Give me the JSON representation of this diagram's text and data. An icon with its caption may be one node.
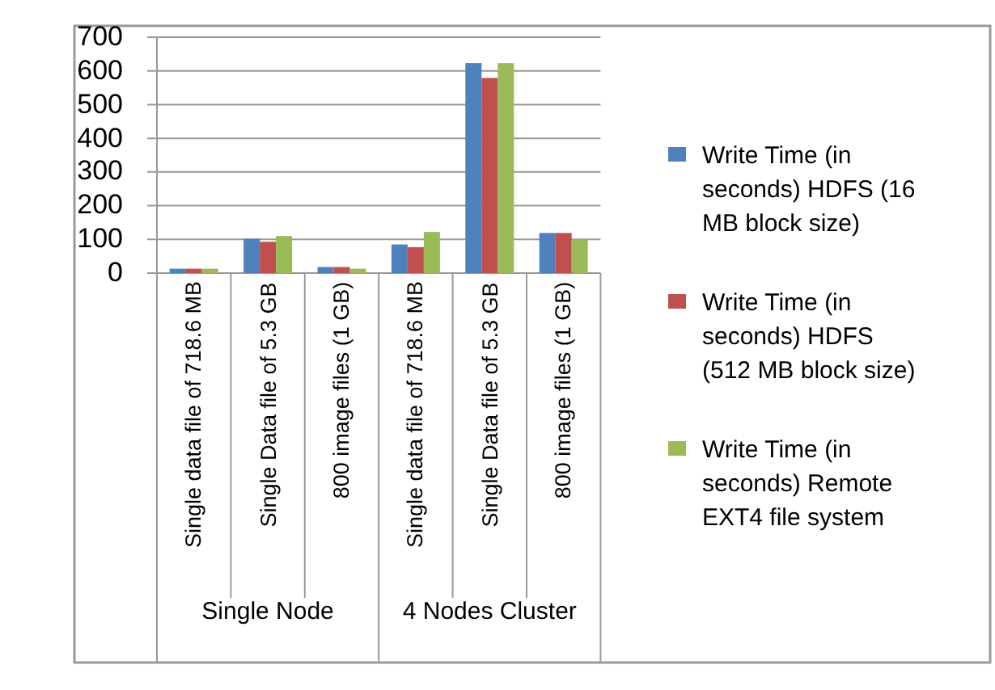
{
  "diagram": {
    "labels": [
      "Single Node",
      "4 Nodes Cluster"
    ],
    "chart_data": {
      "type": "bar",
      "categories": [
        "Single data file of 718.6 MB",
        "Single Data file of 5.3 GB",
        "800 image files (1 GB)",
        "Single data file of 718.6 MB",
        "Single Data file of 5.3 GB",
        "800 image files (1 GB)"
      ],
      "series": [
        {
          "name": "Write Time (in seconds) HDFS (16 MB block size)",
          "color": "#4f81bd",
          "values": [
            13,
            102,
            18,
            85,
            623,
            119
          ]
        },
        {
          "name": "Write Time (in seconds) HDFS (512 MB block size)",
          "color": "#c0504d",
          "values": [
            13,
            93,
            18,
            77,
            579,
            119
          ]
        },
        {
          "name": "Write Time (in seconds) Remote EXT4 file system",
          "color": "#9bbb59",
          "values": [
            13,
            110,
            13,
            122,
            623,
            100
          ]
        }
      ],
      "grid": true,
      "legend": true,
      "ylim": [
        0,
        700
      ],
      "yticks": [
        0,
        100,
        200,
        300,
        400,
        500,
        600,
        700
      ]
    }
  }
}
